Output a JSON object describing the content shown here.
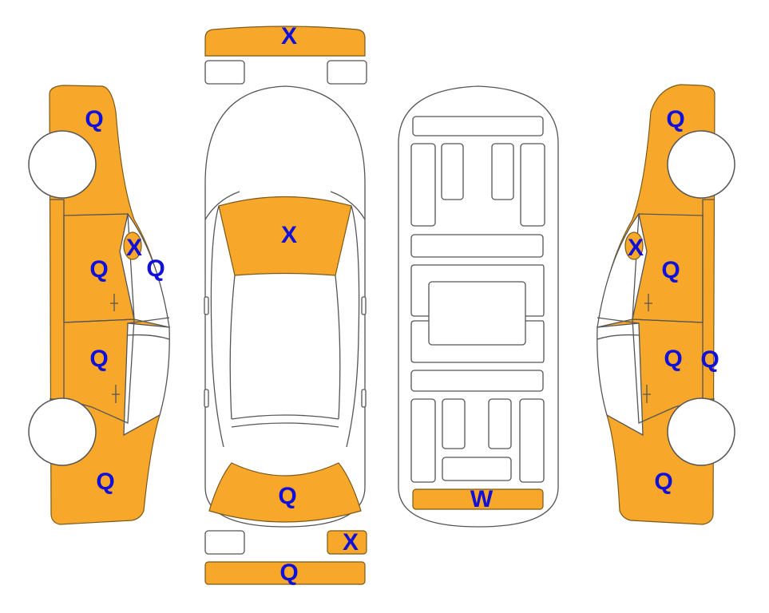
{
  "colors": {
    "damaged_fill": "#F7A72A",
    "label_color": "#1010D8",
    "outline": "#555555"
  },
  "marks": {
    "front_bumper": "X",
    "hood": "X",
    "rear_window": "Q",
    "rear_small_panel": "X",
    "rear_bumper": "Q",
    "floor_rear": "W",
    "left_front_fender": "Q",
    "left_a_pillar": "X",
    "left_roof_rail": "Q",
    "left_front_door": "Q",
    "left_rear_door": "Q",
    "left_rear_quarter": "Q",
    "right_front_fender": "Q",
    "right_a_pillar": "X",
    "right_front_door": "Q",
    "right_rear_door": "Q",
    "right_roof_rail": "Q",
    "right_rear_quarter": "Q"
  }
}
